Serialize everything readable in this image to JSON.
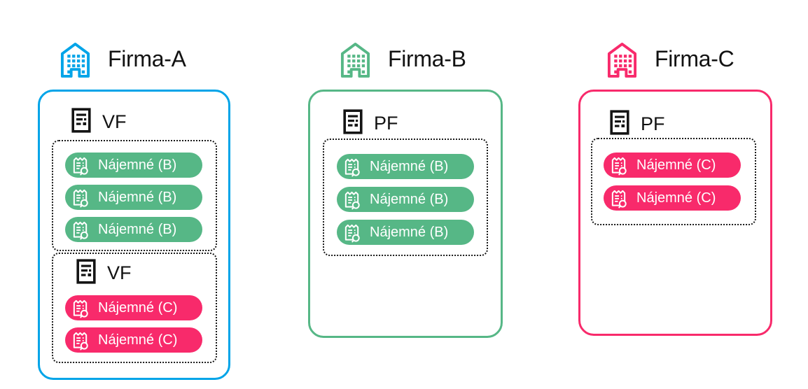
{
  "colors": {
    "firma_a": "#00A4E8",
    "firma_b": "#56B786",
    "firma_c": "#F82A6B",
    "pill_green": "#56B786",
    "pill_pink": "#F82A6B",
    "ink": "#141414"
  },
  "icons": {
    "company": "building-icon",
    "doc_type": "invoice-document-icon",
    "pill": "receipt-search-icon"
  },
  "companies": [
    {
      "name": "Firma-A",
      "doc_type": "VF",
      "groups": [
        {
          "pills": [
            {
              "label": "Nájemné (B)",
              "color": "green"
            },
            {
              "label": "Nájemné (B)",
              "color": "green"
            },
            {
              "label": "Nájemné (B)",
              "color": "green"
            }
          ]
        },
        {
          "doc_type": "VF",
          "pills": [
            {
              "label": "Nájemné (C)",
              "color": "pink"
            },
            {
              "label": "Nájemné (C)",
              "color": "pink"
            }
          ]
        }
      ]
    },
    {
      "name": "Firma-B",
      "doc_type": "PF",
      "groups": [
        {
          "pills": [
            {
              "label": "Nájemné (B)",
              "color": "green"
            },
            {
              "label": "Nájemné (B)",
              "color": "green"
            },
            {
              "label": "Nájemné (B)",
              "color": "green"
            }
          ]
        }
      ]
    },
    {
      "name": "Firma-C",
      "doc_type": "PF",
      "groups": [
        {
          "pills": [
            {
              "label": "Nájemné (C)",
              "color": "pink"
            },
            {
              "label": "Nájemné (C)",
              "color": "pink"
            }
          ]
        }
      ]
    }
  ]
}
